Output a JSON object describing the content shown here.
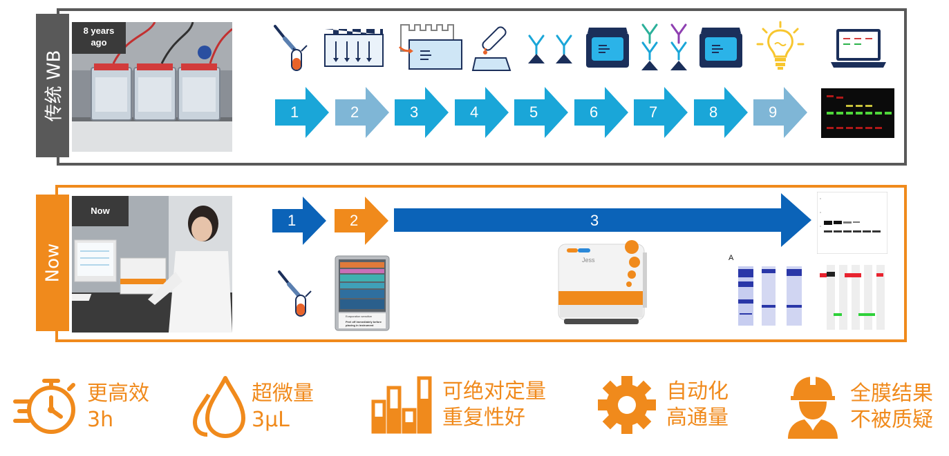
{
  "old_section": {
    "tag": "传统 WB",
    "photo_label": "8 years\nago",
    "steps": [
      "1",
      "2",
      "3",
      "4",
      "5",
      "6",
      "7",
      "8",
      "9"
    ],
    "icons": [
      "pipette-tube-icon",
      "gel-wells-icon",
      "transfer-membrane-icon",
      "blocking-pour-icon",
      "primary-antibody-icon",
      "imager-icon",
      "secondary-antibody-icon",
      "imager-icon",
      "light-bulb-icon",
      "laptop-icon"
    ]
  },
  "new_section": {
    "tag": "Now",
    "photo_label": "Now",
    "steps": [
      "1",
      "2",
      "3"
    ],
    "device_brand": "Jess",
    "plate_note_1": "Evaporation sensitive",
    "plate_note_2": "Peel off immediately before placing in instrument",
    "blot_panel_label": "A"
  },
  "features": [
    {
      "icon": "stopwatch-icon",
      "line1": "更高效",
      "line2": "3h"
    },
    {
      "icon": "droplets-icon",
      "line1": "超微量",
      "line2": "3μL"
    },
    {
      "icon": "bar-chart-icon",
      "line1": "可绝对定量",
      "line2": "重复性好"
    },
    {
      "icon": "gear-icon",
      "line1": "自动化",
      "line2": "高通量"
    },
    {
      "icon": "worker-icon",
      "line1": "全膜结果",
      "line2": "不被质疑"
    }
  ],
  "colors": {
    "orange": "#f08a1c",
    "gray": "#595959",
    "cyan": "#1aa6d8",
    "blue": "#0b63b8"
  }
}
